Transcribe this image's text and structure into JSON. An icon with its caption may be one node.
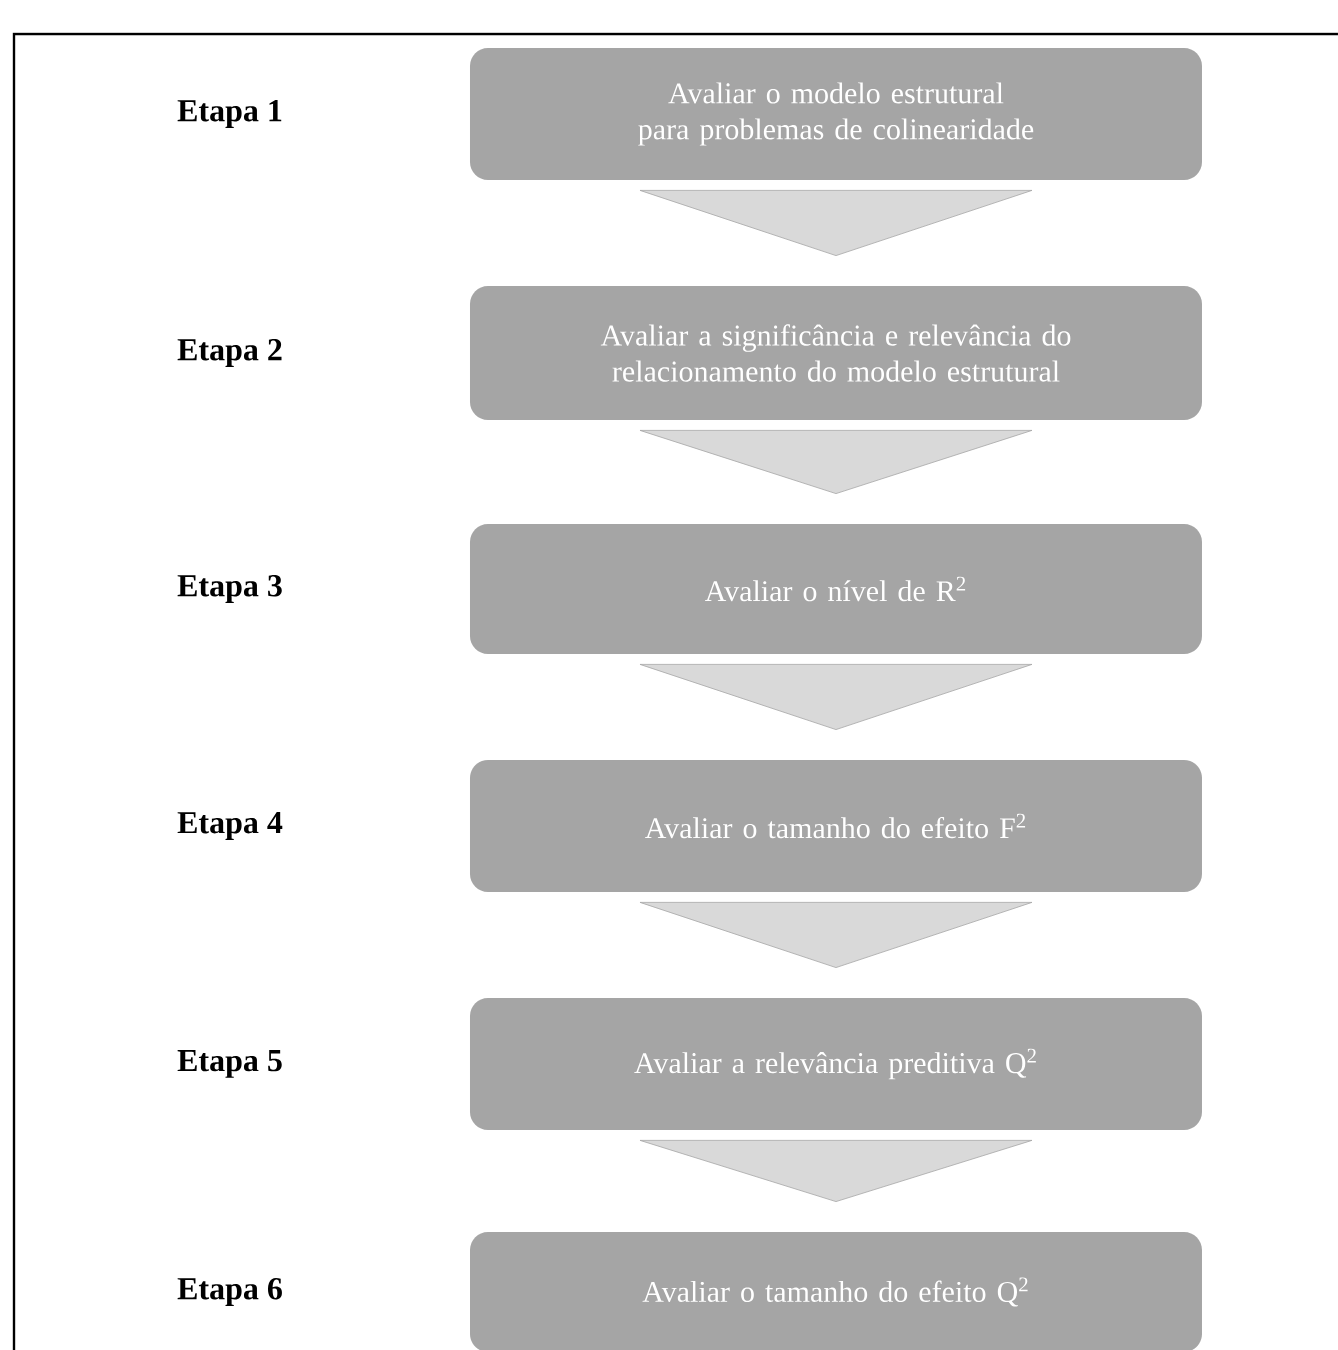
{
  "diagram": {
    "nodes": [
      {
        "text": [
          "Avaliar o modelo estrutural para problemas de colinearidade"
        ]
      },
      {
        "text": [
          "Avaliar a significância e relevância do relacionamento do modelo estrutural"
        ]
      },
      {
        "text": [
          "Avaliar o nível de R$^{2}$"
        ]
      },
      {
        "text": [
          "Avaliar o tamanho do efeito F$^{2}$"
        ]
      },
      {
        "text": [
          "Avaliar a relevância preditiva Q$^{2}$"
        ]
      },
      {
        "text": [
          "Avaliar o tamanho do efeito Q$^{2}$"
        ]
      }
    ],
    "edges": [
      {
        "from": 0,
        "to": 1,
        "arrow": "to"
      },
      {
        "from": 1,
        "to": 2,
        "arrow": "to"
      },
      {
        "from": 2,
        "to": 3,
        "arrow": "to"
      },
      {
        "from": 3,
        "to": 4,
        "arrow": "to"
      },
      {
        "from": 4,
        "to": 5,
        "arrow": "to"
      }
    ],
    "labels": [
      "Etapa 1",
      "Etapa 2",
      "Etapa 3",
      "Etapa 4",
      "Etapa 5",
      "Etapa 6"
    ]
  }
}
